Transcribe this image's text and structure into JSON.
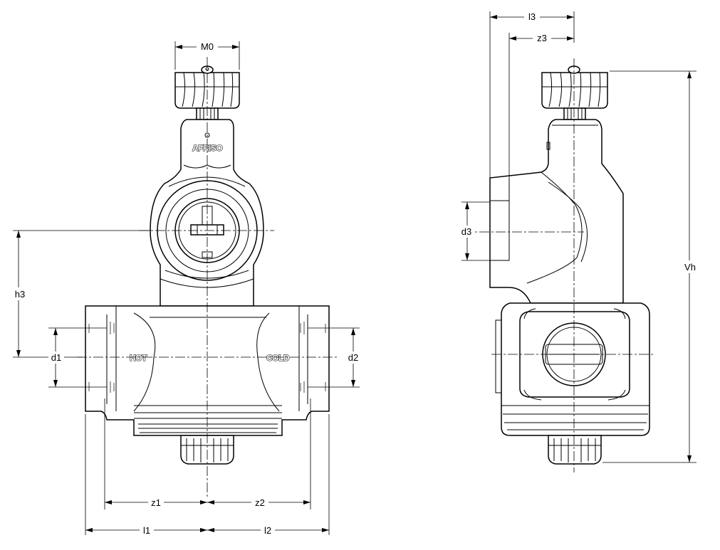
{
  "dimensions": {
    "M0": "M0",
    "h3": "h3",
    "d1": "d1",
    "d2": "d2",
    "z1": "z1",
    "z2": "z2",
    "l1": "l1",
    "l2": "l2",
    "l3": "l3",
    "z3": "z3",
    "d3": "d3",
    "Vh": "Vh"
  },
  "markings": {
    "hot": "HOT",
    "cold": "COLD",
    "logo": "AFRISO"
  },
  "colors": {
    "line": "#000000",
    "background": "#ffffff"
  }
}
